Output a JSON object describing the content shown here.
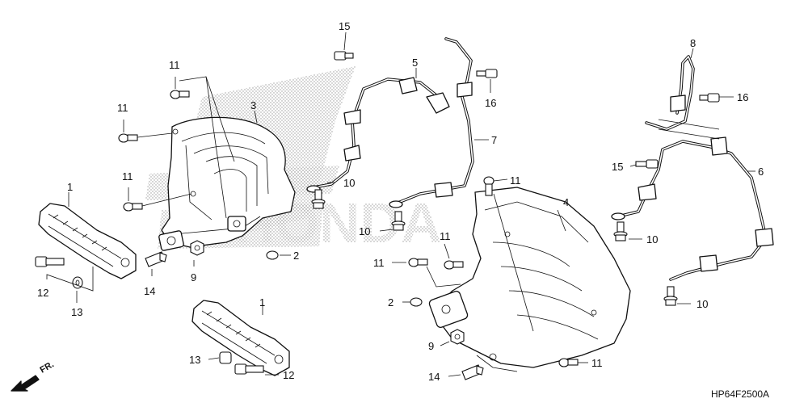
{
  "diagram": {
    "drawing_code": "HP64F2500A",
    "direction_label": "FR.",
    "watermark": "honda-wing-logo",
    "callouts": [
      {
        "id": "c1",
        "text": "1"
      },
      {
        "id": "c1b",
        "text": "1"
      },
      {
        "id": "c2",
        "text": "2"
      },
      {
        "id": "c2b",
        "text": "2"
      },
      {
        "id": "c3",
        "text": "3"
      },
      {
        "id": "c4",
        "text": "4"
      },
      {
        "id": "c5",
        "text": "5"
      },
      {
        "id": "c6",
        "text": "6"
      },
      {
        "id": "c7",
        "text": "7"
      },
      {
        "id": "c8",
        "text": "8"
      },
      {
        "id": "c9",
        "text": "9"
      },
      {
        "id": "c9b",
        "text": "9"
      },
      {
        "id": "c10a",
        "text": "10"
      },
      {
        "id": "c10b",
        "text": "10"
      },
      {
        "id": "c10c",
        "text": "10"
      },
      {
        "id": "c10d",
        "text": "10"
      },
      {
        "id": "c11a",
        "text": "11"
      },
      {
        "id": "c11b",
        "text": "11"
      },
      {
        "id": "c11c",
        "text": "11"
      },
      {
        "id": "c11d",
        "text": "11"
      },
      {
        "id": "c11e",
        "text": "11"
      },
      {
        "id": "c11f",
        "text": "11"
      },
      {
        "id": "c11g",
        "text": "11"
      },
      {
        "id": "c12a",
        "text": "12"
      },
      {
        "id": "c12b",
        "text": "12"
      },
      {
        "id": "c13a",
        "text": "13"
      },
      {
        "id": "c13b",
        "text": "13"
      },
      {
        "id": "c14a",
        "text": "14"
      },
      {
        "id": "c14b",
        "text": "14"
      },
      {
        "id": "c15a",
        "text": "15"
      },
      {
        "id": "c15b",
        "text": "15"
      },
      {
        "id": "c16a",
        "text": "16"
      },
      {
        "id": "c16b",
        "text": "16"
      }
    ]
  }
}
